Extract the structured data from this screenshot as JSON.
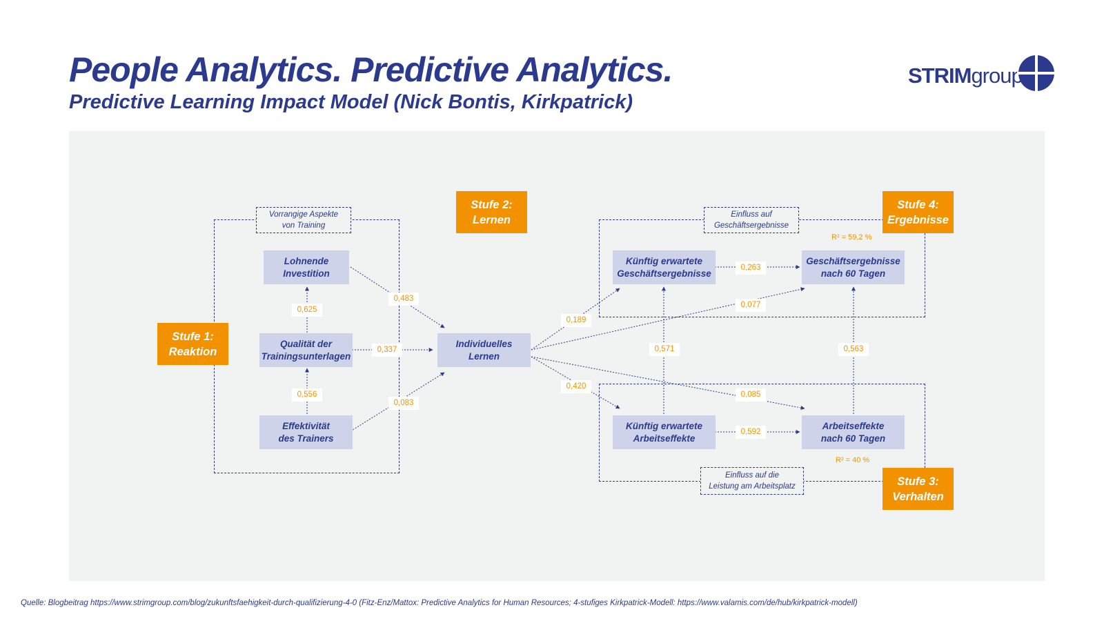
{
  "header": {
    "title": "People Analytics. Predictive Analytics.",
    "subtitle": "Predictive Learning Impact Model (Nick Bontis, Kirkpatrick)"
  },
  "logo": {
    "text_bold": "STRIM",
    "text_light": "group",
    "mark_icon": "quartered-circle-mark"
  },
  "diagram": {
    "notes": {
      "training": "Vorrangige Aspekte\nvon Training",
      "business": "Einfluss auf\nGeschäftsergebnisse",
      "workplace": "Einfluss auf die\nLeistung am Arbeitsplatz"
    },
    "stages": {
      "stufe1": "Stufe 1:\nReaktion",
      "stufe2": "Stufe 2:\nLernen",
      "stufe3": "Stufe 3:\nVerhalten",
      "stufe4": "Stufe 4:\nErgebnisse"
    },
    "nodes": {
      "lohnende": "Lohnende\nInvestition",
      "qualitaet": "Qualität der\nTrainingsunterlagen",
      "effektivitaet": "Effektivität\ndes Trainers",
      "lernen": "Individuelles\nLernen",
      "kuenftig_geschaeft": "Künftig erwartete\nGeschäftsergebnisse",
      "geschaeft60": "Geschäftsergebnisse\nnach 60 Tagen",
      "kuenftig_arbeit": "Künftig erwartete\nArbeitseffekte",
      "arbeit60": "Arbeitseffekte\nnach 60 Tagen"
    },
    "coefficients": {
      "c0625": "0,625",
      "c0556": "0,556",
      "c0483": "0,483",
      "c0337": "0,337",
      "c0083": "0,083",
      "c0189": "0,189",
      "c0420": "0,420",
      "c0263": "0,263",
      "c0077": "0,077",
      "c0571": "0,571",
      "c0563": "0,563",
      "c0085": "0,085",
      "c0592": "0,592"
    },
    "r_squared": {
      "results": "R² = 59,2 %",
      "behavior": "R² = 40 %"
    }
  },
  "source": "Quelle: Blogbeitrag https://www.strimgroup.com/blog/zukunftsfaehigkeit-durch-qualifizierung-4-0 (Fitz-Enz/Mattox: Predictive Analytics for Human Resources; 4-stufiges Kirkpatrick-Modell: https://www.valamis.com/de/hub/kirkpatrick-modell)",
  "colors": {
    "navy": "#2b3a8c",
    "orange": "#f39200",
    "node_fill": "#cfd3ea",
    "panel": "#f1f2f2"
  }
}
